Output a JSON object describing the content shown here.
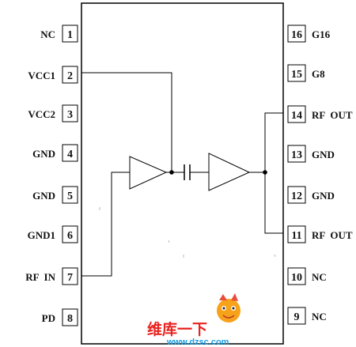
{
  "left_pins": [
    {
      "num": "1",
      "name": "NC"
    },
    {
      "num": "2",
      "name": "VCC1"
    },
    {
      "num": "3",
      "name": "VCC2"
    },
    {
      "num": "4",
      "name": "GND"
    },
    {
      "num": "5",
      "name": "GND"
    },
    {
      "num": "6",
      "name": "GND1"
    },
    {
      "num": "7",
      "name": "RF  IN"
    },
    {
      "num": "8",
      "name": "PD"
    }
  ],
  "right_pins": [
    {
      "num": "16",
      "name": "G16"
    },
    {
      "num": "15",
      "name": "G8"
    },
    {
      "num": "14",
      "name": "RF  OUT"
    },
    {
      "num": "13",
      "name": "GND"
    },
    {
      "num": "12",
      "name": "GND"
    },
    {
      "num": "11",
      "name": "RF  OUT"
    },
    {
      "num": "10",
      "name": "NC"
    },
    {
      "num": "9",
      "name": "NC"
    }
  ],
  "watermark": {
    "chinese": "维库一下",
    "url": "www.dzsc.com"
  }
}
